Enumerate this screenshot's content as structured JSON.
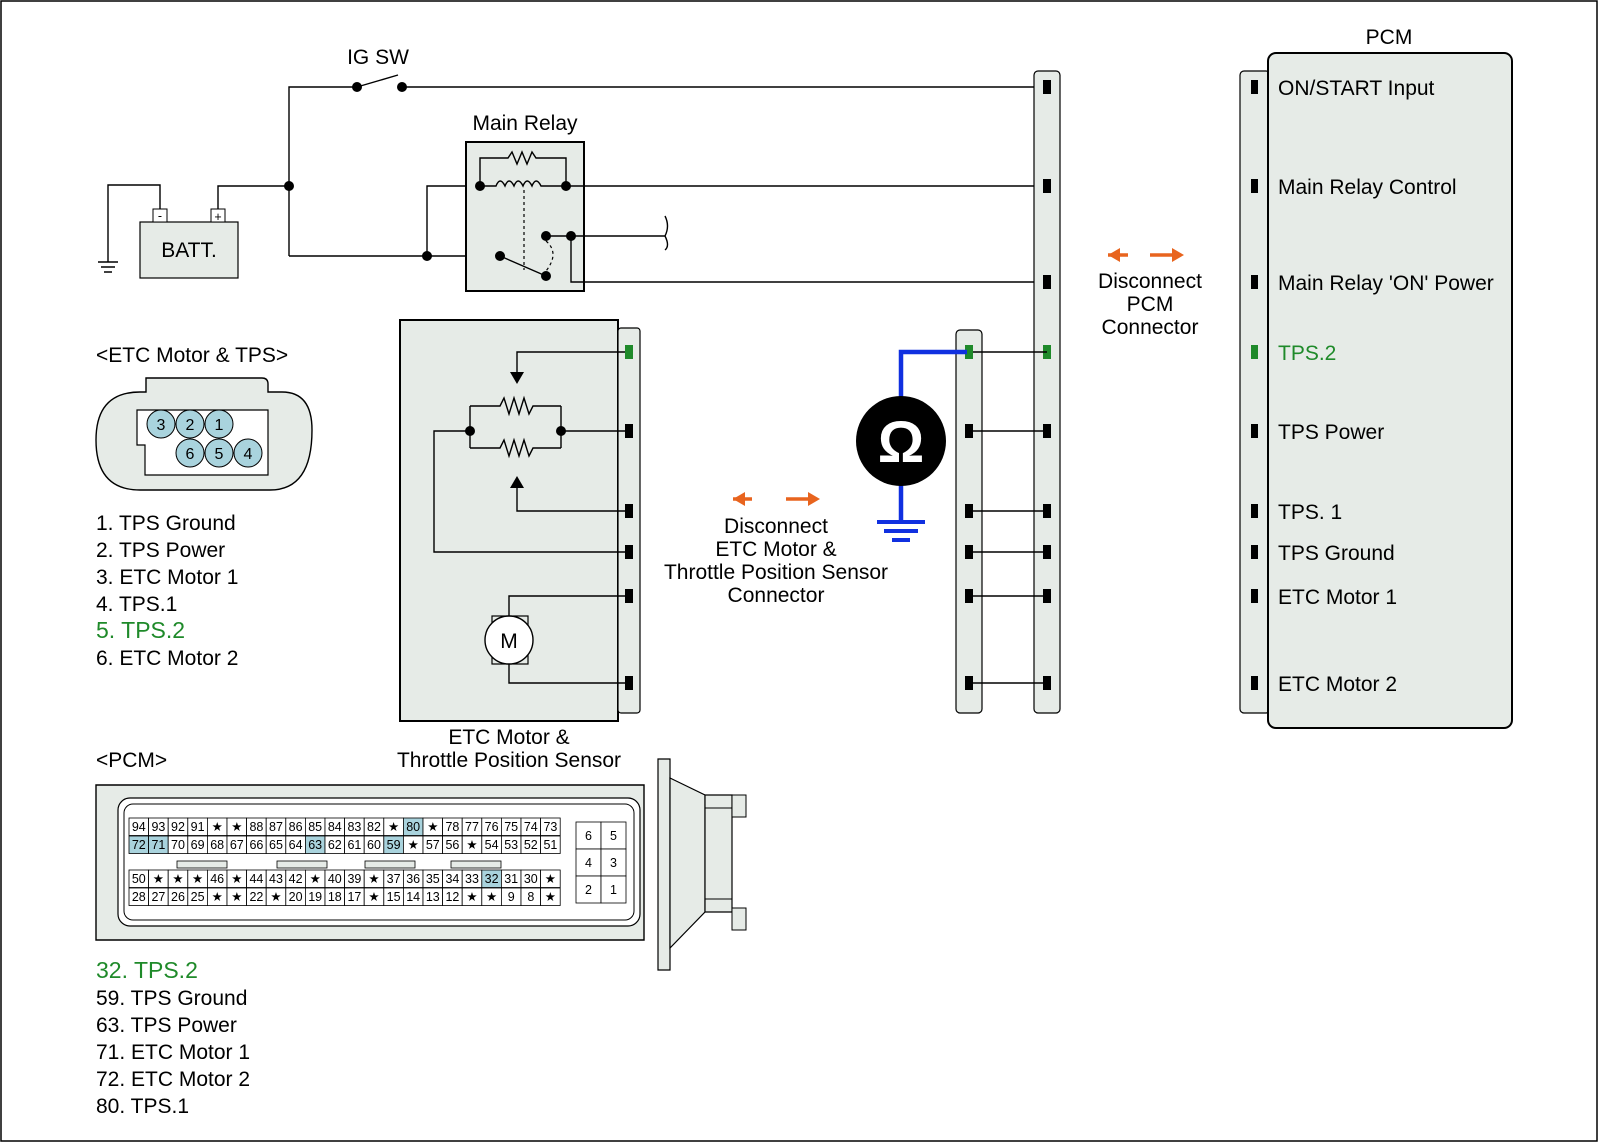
{
  "battery": {
    "label": "BATT.",
    "minus": "-",
    "plus": "+"
  },
  "ig_switch": {
    "label": "IG SW"
  },
  "main_relay": {
    "label": "Main Relay"
  },
  "pcm_block": {
    "title": "PCM",
    "pins": [
      {
        "label": "ON/START Input",
        "highlight": false
      },
      {
        "label": "Main Relay Control",
        "highlight": false
      },
      {
        "label": "Main Relay 'ON' Power",
        "highlight": false
      },
      {
        "label": "TPS.2",
        "highlight": true
      },
      {
        "label": "TPS Power",
        "highlight": false
      },
      {
        "label": "TPS. 1",
        "highlight": false
      },
      {
        "label": "TPS Ground",
        "highlight": false
      },
      {
        "label": "ETC Motor 1",
        "highlight": false
      },
      {
        "label": "ETC Motor 2",
        "highlight": false
      }
    ]
  },
  "disconnect_pcm": {
    "line1": "Disconnect",
    "line2": "PCM",
    "line3": "Connector"
  },
  "disconnect_etc": {
    "line1": "Disconnect",
    "line2": "ETC Motor &",
    "line3": "Throttle Position Sensor",
    "line4": "Connector"
  },
  "etc_component": {
    "line1": "ETC Motor &",
    "line2": "Throttle Position Sensor",
    "motor_symbol": "M"
  },
  "ohmmeter": {
    "symbol": "Ω"
  },
  "etc_connector": {
    "title": "<ETC Motor & TPS>",
    "cavities_top": [
      "3",
      "2",
      "1"
    ],
    "cavities_bottom": [
      "6",
      "5",
      "4"
    ],
    "legend": [
      {
        "text": "1. TPS Ground",
        "highlight": false
      },
      {
        "text": "2. TPS Power",
        "highlight": false
      },
      {
        "text": "3. ETC Motor 1",
        "highlight": false
      },
      {
        "text": "4. TPS.1",
        "highlight": false
      },
      {
        "text": "5. TPS.2",
        "highlight": true
      },
      {
        "text": "6. ETC Motor 2",
        "highlight": false
      }
    ]
  },
  "pcm_connector": {
    "title": "<PCM>",
    "row1": [
      "94",
      "93",
      "92",
      "91",
      "★",
      "★",
      "88",
      "87",
      "86",
      "85",
      "84",
      "83",
      "82",
      "★",
      "80",
      "★",
      "78",
      "77",
      "76",
      "75",
      "74",
      "73"
    ],
    "row2": [
      "72",
      "71",
      "70",
      "69",
      "68",
      "67",
      "66",
      "65",
      "64",
      "63",
      "62",
      "61",
      "60",
      "59",
      "★",
      "57",
      "56",
      "★",
      "54",
      "53",
      "52",
      "51"
    ],
    "row3": [
      "50",
      "★",
      "★",
      "★",
      "46",
      "★",
      "44",
      "43",
      "42",
      "★",
      "40",
      "39",
      "★",
      "37",
      "36",
      "35",
      "34",
      "33",
      "32",
      "31",
      "30",
      "★"
    ],
    "row4": [
      "28",
      "27",
      "26",
      "25",
      "★",
      "★",
      "22",
      "★",
      "20",
      "19",
      "18",
      "17",
      "★",
      "15",
      "14",
      "13",
      "12",
      "★",
      "★",
      "9",
      "8",
      "★"
    ],
    "small_grid": [
      [
        "6",
        "5"
      ],
      [
        "4",
        "3"
      ],
      [
        "2",
        "1"
      ]
    ],
    "highlighted": [
      "80",
      "72",
      "71",
      "63",
      "59",
      "32"
    ],
    "legend": [
      {
        "text": "32. TPS.2",
        "highlight": true
      },
      {
        "text": "59. TPS Ground",
        "highlight": false
      },
      {
        "text": "63. TPS Power",
        "highlight": false
      },
      {
        "text": "71. ETC Motor 1",
        "highlight": false
      },
      {
        "text": "72. ETC Motor 2",
        "highlight": false
      },
      {
        "text": "80. TPS.1",
        "highlight": false
      }
    ]
  },
  "colors": {
    "highlight_text": "#1f8a2a",
    "arrow": "#e8641e",
    "probe_wire": "#1030e0",
    "connector_fill": "#e6ebe7",
    "cavity_fill": "#a9d3dd"
  }
}
